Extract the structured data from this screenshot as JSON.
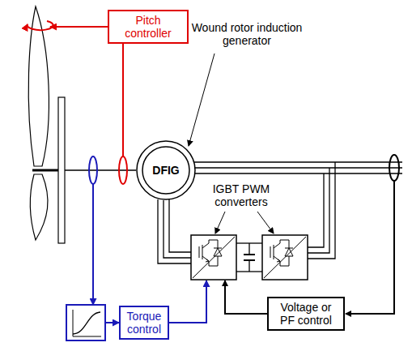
{
  "diagram": {
    "nodes": [
      {
        "text": [
          "Pitch controller"
        ]
      },
      {
        "text": [
          "DFIG"
        ]
      },
      {
        "text": [
          "Torque control"
        ]
      },
      {
        "text": [
          "Voltage or PF control"
        ]
      }
    ],
    "labels": [
      "Wound rotor induction generator",
      "IGBT PWM converters"
    ]
  }
}
